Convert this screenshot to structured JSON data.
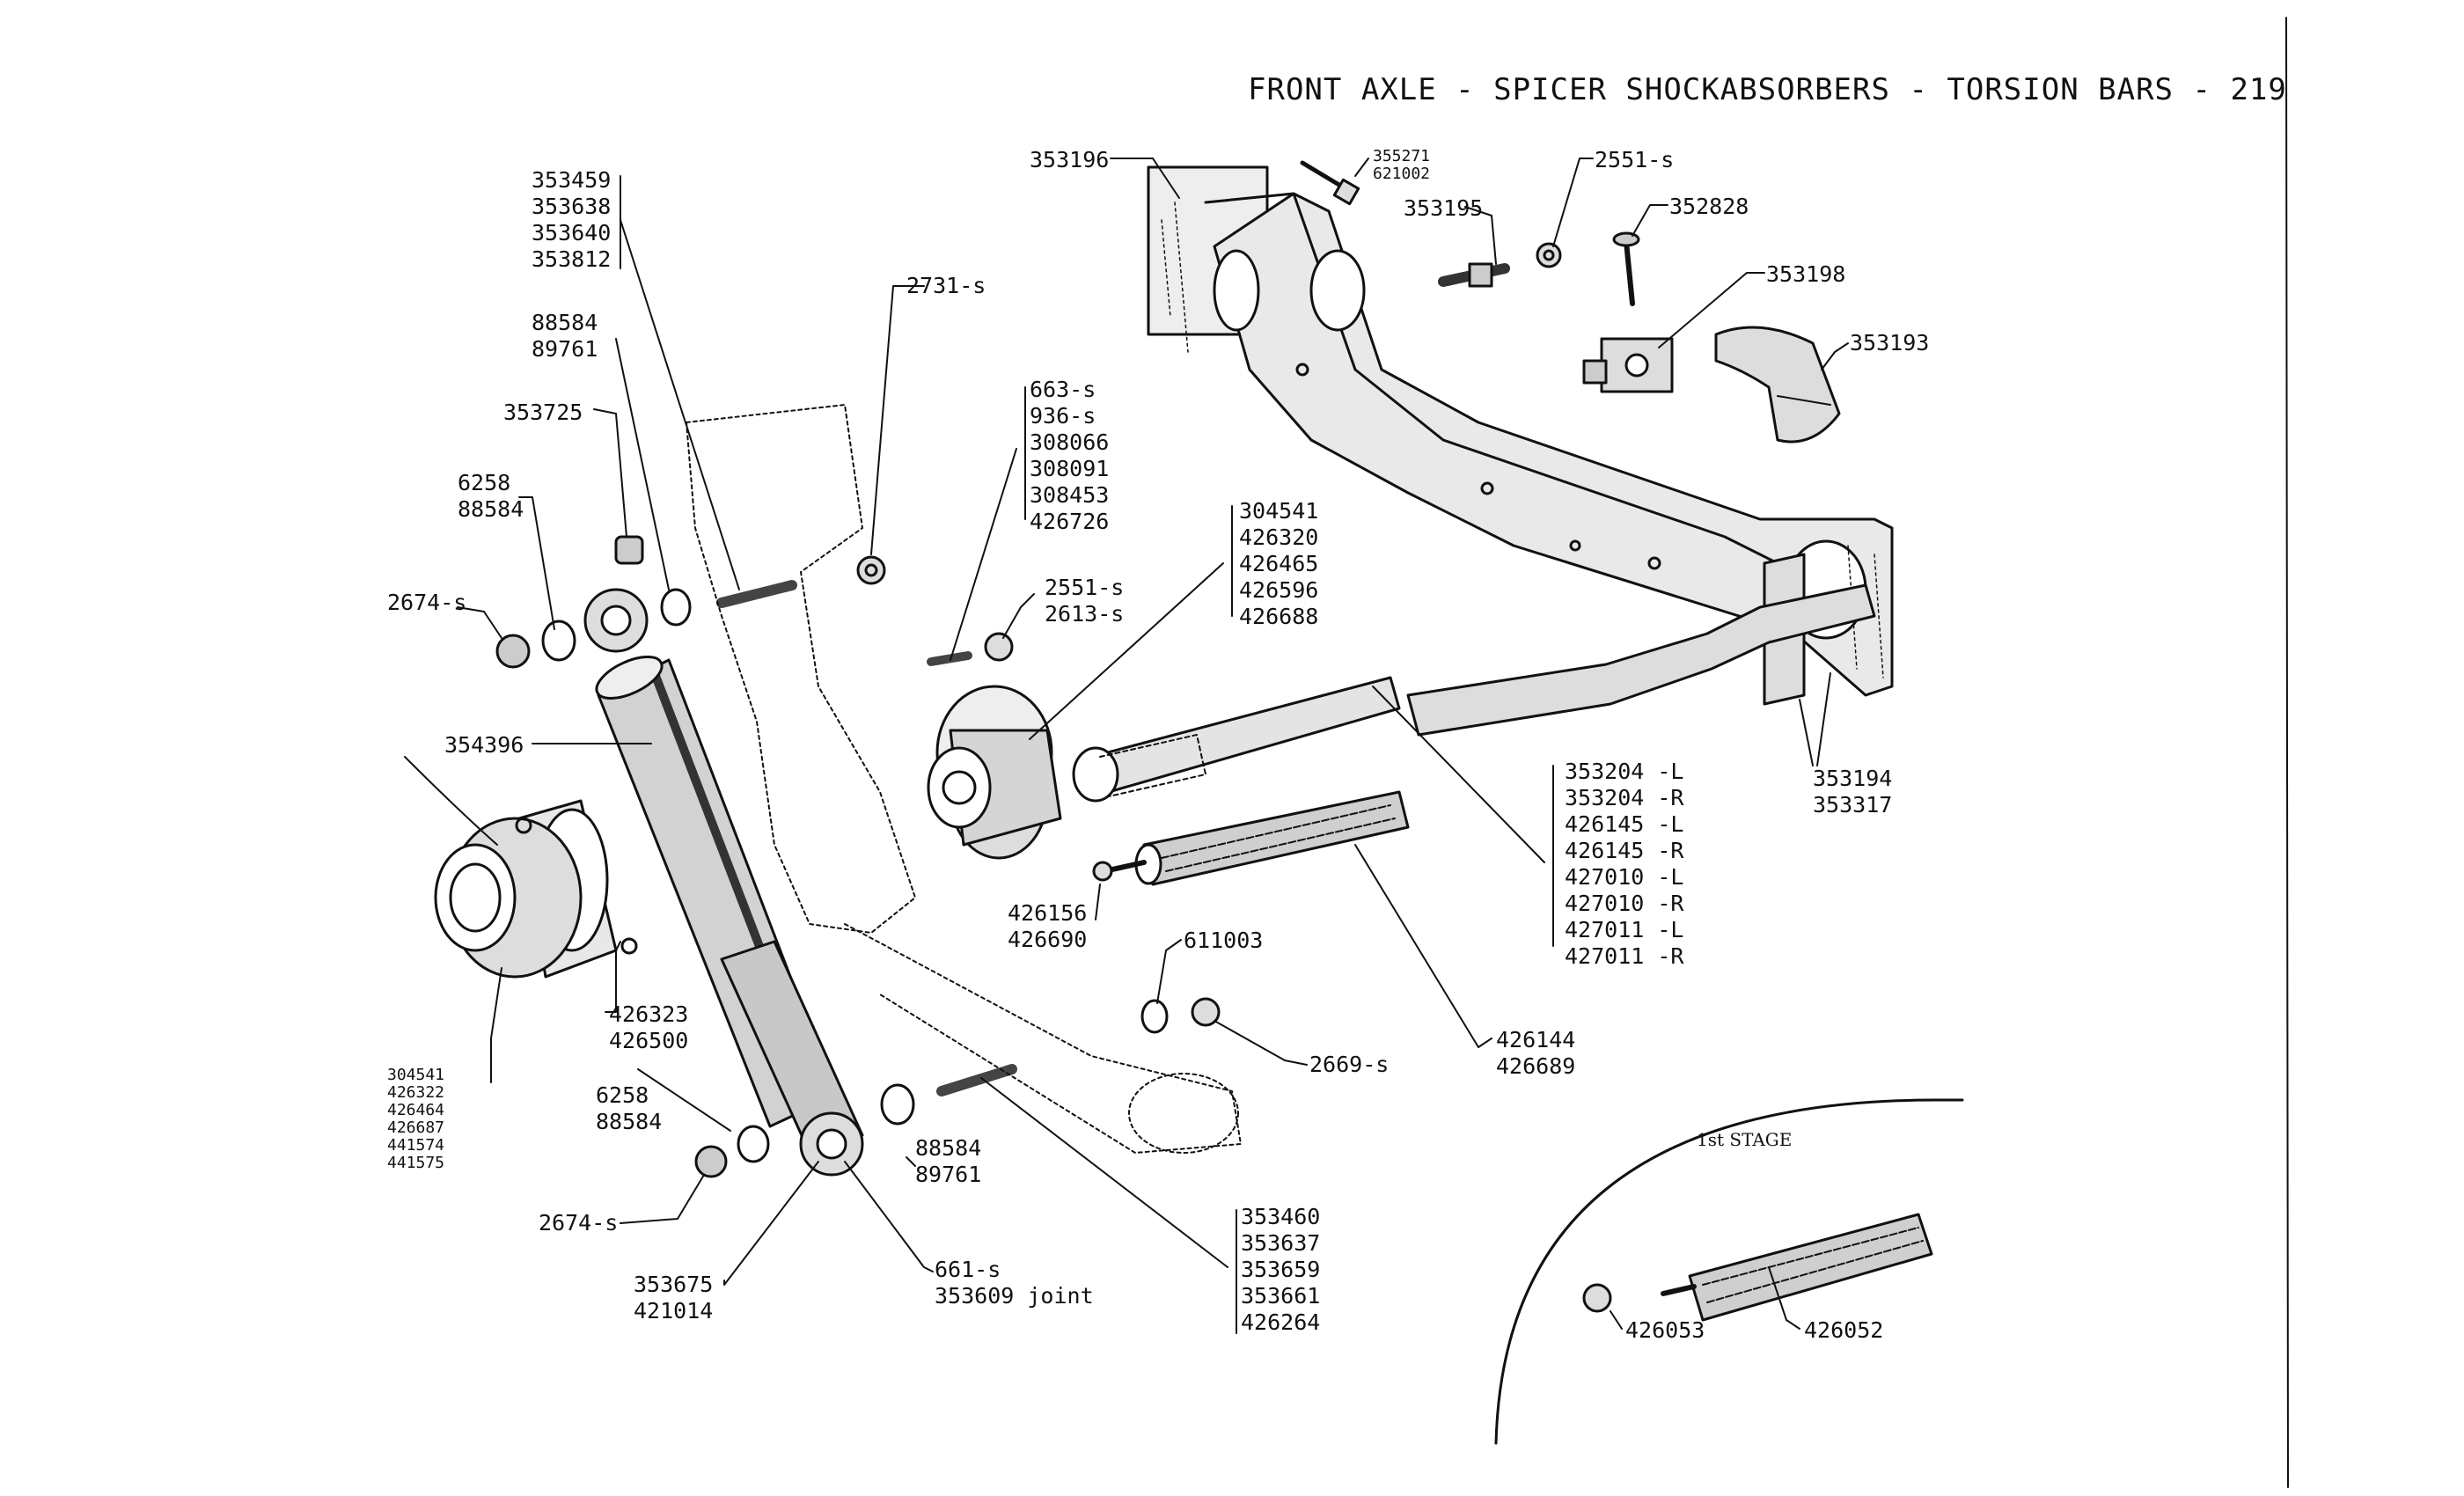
{
  "header": {
    "title": "FRONT AXLE - SPICER SHOCKABSORBERS - TORSION BARS -",
    "page_number": "219"
  },
  "inset": {
    "title": "1st STAGE"
  },
  "callouts": [
    {
      "id": "c-353459-group",
      "text": "353459\n353638\n353640\n353812"
    },
    {
      "id": "c-88584-89761-top",
      "text": "88584\n89761"
    },
    {
      "id": "c-353725",
      "text": "353725"
    },
    {
      "id": "c-6258-88584-top",
      "text": "6258\n88584"
    },
    {
      "id": "c-2674s-top",
      "text": "2674-s"
    },
    {
      "id": "c-354396",
      "text": "354396"
    },
    {
      "id": "c-2731s",
      "text": "2731-s"
    },
    {
      "id": "c-663s-group",
      "text": "663-s\n936-s\n308066\n308091\n308453\n426726"
    },
    {
      "id": "c-2551s-2613s",
      "text": "2551-s\n2613-s"
    },
    {
      "id": "c-304541-group-mid",
      "text": "304541\n426320\n426465\n426596\n426688"
    },
    {
      "id": "c-353196",
      "text": "353196"
    },
    {
      "id": "c-355271",
      "text": "355271\n621002"
    },
    {
      "id": "c-2551s-top",
      "text": "2551-s"
    },
    {
      "id": "c-353195",
      "text": "353195"
    },
    {
      "id": "c-352828",
      "text": "352828"
    },
    {
      "id": "c-353198",
      "text": "353198"
    },
    {
      "id": "c-353193",
      "text": "353193"
    },
    {
      "id": "c-353194",
      "text": "353194\n353317"
    },
    {
      "id": "c-353204-group",
      "text": "353204 -L\n353204 -R\n426145 -L\n426145 -R\n427010 -L\n427010 -R\n427011 -L\n427011 -R"
    },
    {
      "id": "c-426156",
      "text": "426156\n426690"
    },
    {
      "id": "c-611003",
      "text": "611003"
    },
    {
      "id": "c-2669s",
      "text": "2669-s"
    },
    {
      "id": "c-426144",
      "text": "426144\n426689"
    },
    {
      "id": "c-426323",
      "text": "426323\n426500"
    },
    {
      "id": "c-304541-group-left",
      "text": "304541\n426322\n426464\n426687\n441574\n441575"
    },
    {
      "id": "c-6258-88584-bottom",
      "text": "6258\n88584"
    },
    {
      "id": "c-2674s-bottom",
      "text": "2674-s"
    },
    {
      "id": "c-353675",
      "text": "353675\n421014"
    },
    {
      "id": "c-661s",
      "text": "661-s\n353609 joint"
    },
    {
      "id": "c-88584-89761-bottom",
      "text": "88584\n89761"
    },
    {
      "id": "c-353460-group",
      "text": "353460\n353637\n353659\n353661\n426264"
    },
    {
      "id": "c-426053",
      "text": "426053"
    },
    {
      "id": "c-426052",
      "text": "426052"
    }
  ]
}
